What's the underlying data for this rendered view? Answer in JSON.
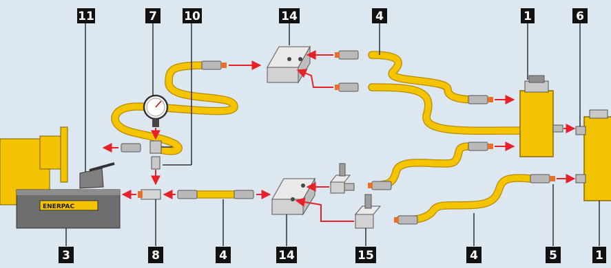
{
  "background": "#dde7f0",
  "colors": {
    "hose": "#f5c400",
    "arrow": "#e8202a",
    "tag": "#111111",
    "cylinder": "#f4c300",
    "pump_tank": "#6e6e6e"
  },
  "pump": {
    "brand": "ENERPAC"
  },
  "labels": {
    "pump": "3",
    "gauge_adaptor": "11",
    "gauge": "7",
    "tee_fitting": "10",
    "coupler_left": "8",
    "manifold_top": "14",
    "manifold_bottom": "14",
    "hose_top": "4",
    "hose_bottom_mid": "4",
    "hose_bottom_right": "4",
    "cylinder_top_right": "1",
    "cylinder_bottom_right": "1",
    "coupler_right": "6",
    "coupler_lower_right": "5",
    "valve": "15"
  }
}
